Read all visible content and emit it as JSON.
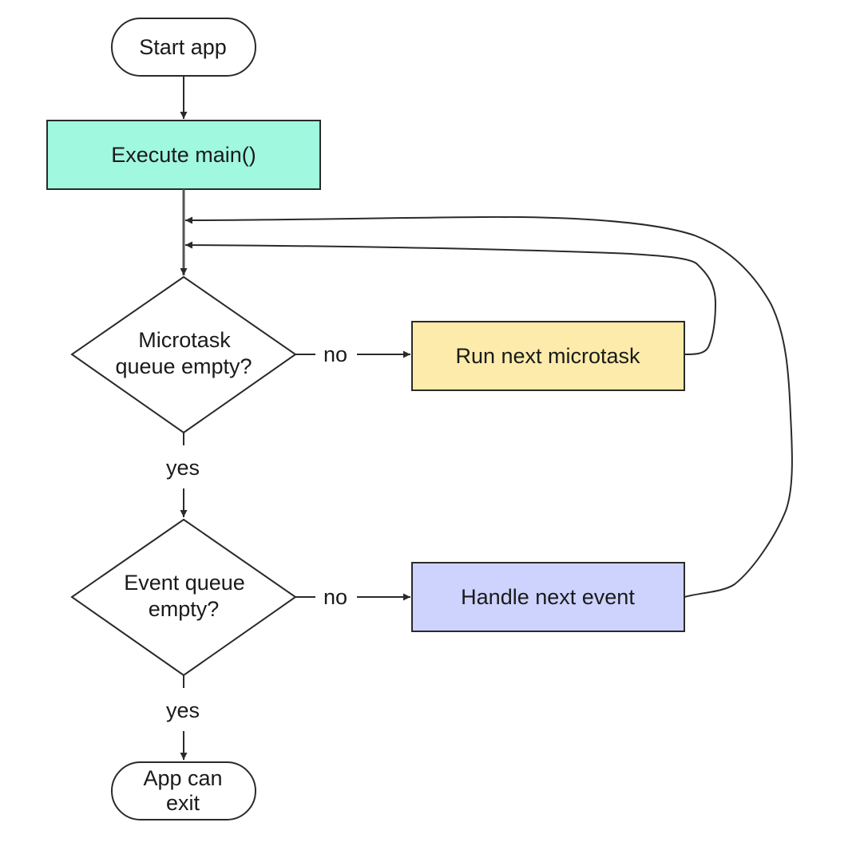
{
  "nodes": {
    "start": {
      "label": "Start app"
    },
    "main": {
      "label": "Execute main()",
      "fill": "#a0f8de"
    },
    "microtask_check": {
      "lines": [
        "Microtask",
        "queue empty?"
      ]
    },
    "run_microtask": {
      "label": "Run next microtask",
      "fill": "#fcebaa"
    },
    "event_check": {
      "lines": [
        "Event queue",
        "empty?"
      ]
    },
    "handle_event": {
      "label": "Handle next event",
      "fill": "#cdd3fd"
    },
    "exit": {
      "lines": [
        "App can",
        "exit"
      ]
    }
  },
  "edges": {
    "microtask_no": "no",
    "microtask_yes": "yes",
    "event_no": "no",
    "event_yes": "yes"
  },
  "colors": {
    "stroke": "#2a2a2a",
    "text": "#1a1a1a",
    "background": "#ffffff"
  }
}
